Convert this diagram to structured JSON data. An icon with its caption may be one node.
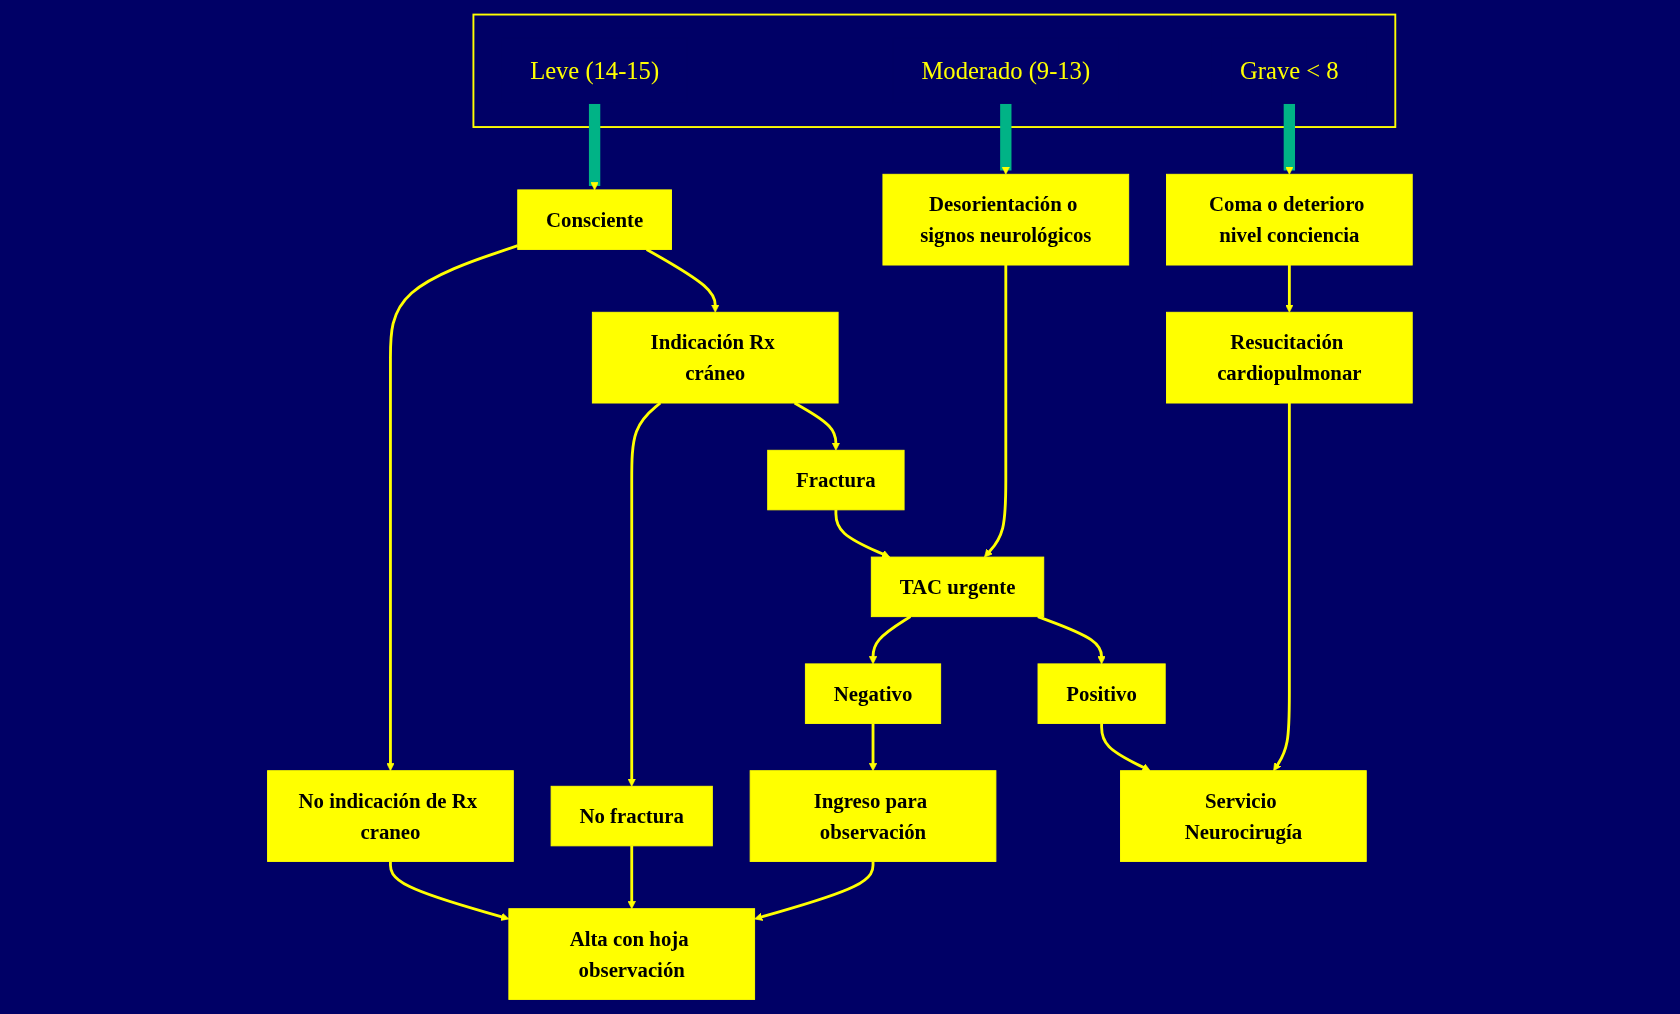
{
  "diagram": {
    "nodes": [
      {
        "text": [],
        "shape": "box"
      },
      {
        "text": [
          "Leve (14-15)"
        ],
        "in": 0
      },
      {
        "text": [
          "Moderado (9-13)"
        ],
        "in": 0
      },
      {
        "text": [
          "Grave < 8"
        ],
        "in": 0
      },
      {
        "text": [
          "Consciente"
        ]
      },
      {
        "text": [
          "Desorientación o signos neurológicos"
        ]
      },
      {
        "text": [
          "Coma o deterioro nivel conciencia"
        ]
      },
      {
        "text": [
          "No indicación de Rx craneo"
        ]
      },
      {
        "text": [
          "Indicación Rx cráneo"
        ]
      },
      {
        "text": [
          "Resucitación cardiopulmonar"
        ]
      },
      {
        "text": [
          "No fractura"
        ]
      },
      {
        "text": [
          "Fractura"
        ]
      },
      {
        "text": [
          "TAC urgente"
        ]
      },
      {
        "text": [
          "Negativo"
        ]
      },
      {
        "text": [
          "Positivo"
        ]
      },
      {
        "text": [
          "Alta con hoja observación"
        ]
      },
      {
        "text": [
          "Ingreso para observación"
        ]
      },
      {
        "text": [
          "Servicio Neurocirugía"
        ]
      }
    ],
    "edges": [
      {
        "from": 1,
        "to": 4,
        "arrow": "to",
        "style": "thick",
        "color": "#00b386"
      },
      {
        "from": 2,
        "to": 5,
        "arrow": "to",
        "style": "thick",
        "color": "#00b386"
      },
      {
        "from": 3,
        "to": 6,
        "arrow": "to",
        "style": "thick",
        "color": "#00b386"
      },
      {
        "from": 4,
        "to": 7,
        "arrow": "to"
      },
      {
        "from": 4,
        "to": 8,
        "arrow": "to"
      },
      {
        "from": 5,
        "to": 12,
        "arrow": "to"
      },
      {
        "from": 6,
        "to": 9,
        "arrow": "to"
      },
      {
        "from": 8,
        "to": 10,
        "arrow": "to"
      },
      {
        "from": 8,
        "to": 11,
        "arrow": "to"
      },
      {
        "from": 11,
        "to": 12,
        "arrow": "to"
      },
      {
        "from": 12,
        "to": 13,
        "arrow": "to"
      },
      {
        "from": 12,
        "to": 14,
        "arrow": "to"
      },
      {
        "from": 7,
        "to": 15,
        "arrow": "to"
      },
      {
        "from": 10,
        "to": 15,
        "arrow": "to"
      },
      {
        "from": 13,
        "to": 16,
        "arrow": "to"
      },
      {
        "from": 16,
        "to": 15,
        "arrow": "to"
      },
      {
        "from": 14,
        "to": 17,
        "arrow": "to"
      },
      {
        "from": 9,
        "to": 17,
        "arrow": "to"
      }
    ]
  }
}
